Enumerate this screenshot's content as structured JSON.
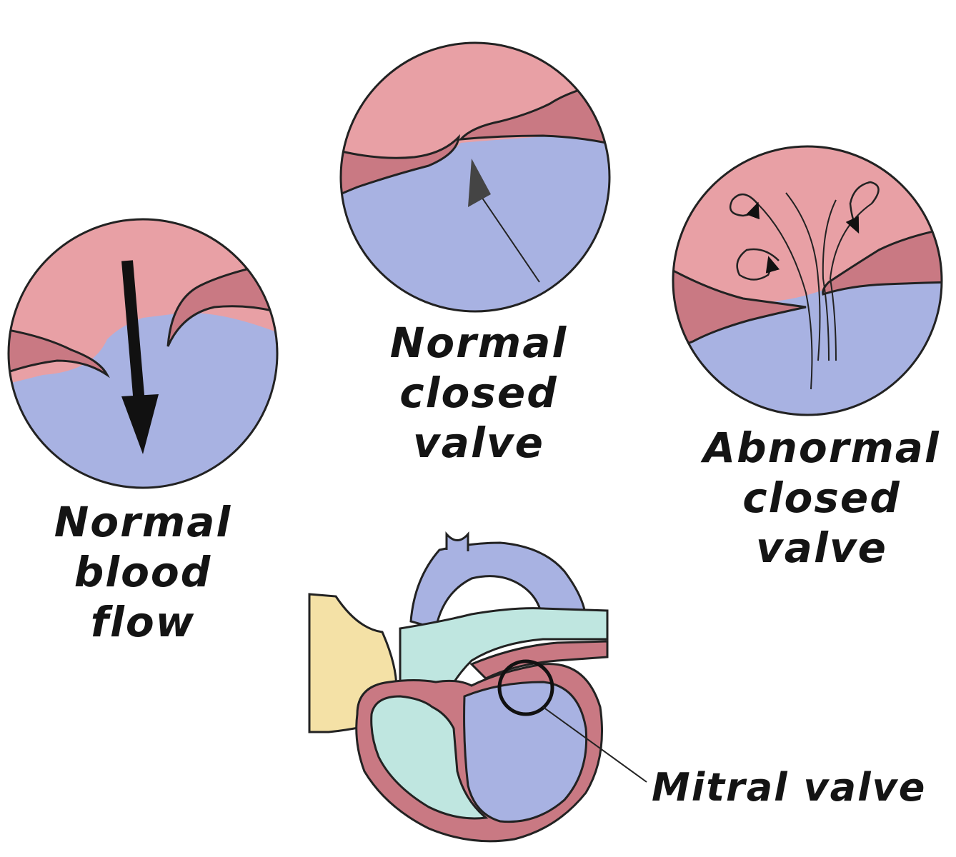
{
  "colors": {
    "oxygenated": "#e8a0a5",
    "deoxygenated": "#a8b2e2",
    "wall": "#c97983",
    "aorta_teal": "#bfe6e0",
    "vena_yellow": "#f4e1a6",
    "outline": "#222222"
  },
  "panels": {
    "normal_flow": {
      "lines": [
        "Normal",
        "blood",
        "flow"
      ]
    },
    "normal_closed": {
      "lines": [
        "Normal",
        "closed",
        "valve"
      ]
    },
    "abnormal_closed": {
      "lines": [
        "Abnormal",
        "closed",
        "valve"
      ]
    }
  },
  "heart": {
    "callout": "Mitral valve"
  }
}
